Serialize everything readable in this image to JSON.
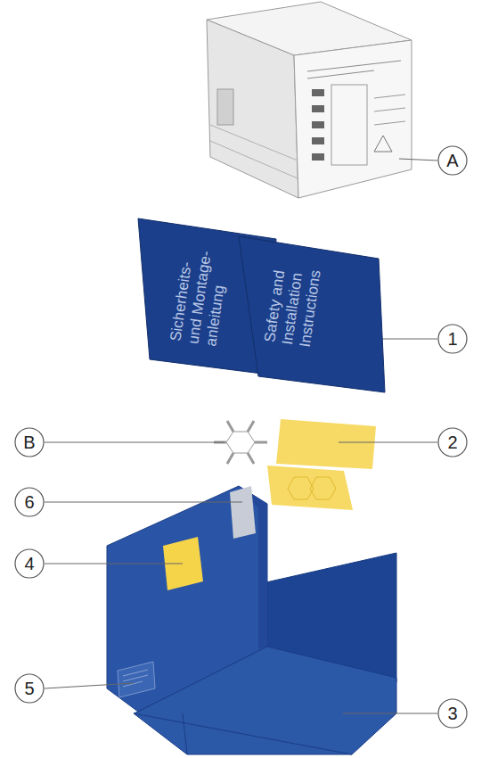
{
  "diagram": {
    "nodes": [
      {
        "text": [
          "A"
        ]
      },
      {
        "text": [
          "Sicherheits- und Montage- anleitung"
        ]
      },
      {
        "text": [
          "Safety and Installation Instructions"
        ]
      },
      {
        "text": [
          "1"
        ]
      },
      {
        "text": [
          "B"
        ]
      },
      {
        "text": [
          "2"
        ]
      },
      {
        "text": [
          "6"
        ]
      },
      {
        "text": [
          "4"
        ]
      },
      {
        "text": [
          "5"
        ]
      },
      {
        "text": [
          "3"
        ]
      }
    ]
  }
}
